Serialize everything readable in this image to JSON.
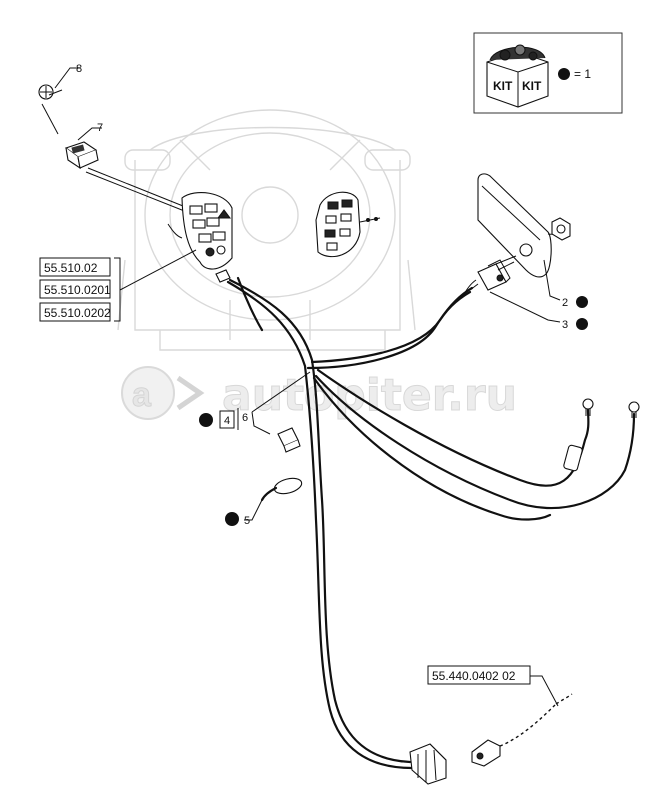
{
  "kit": {
    "label_left": "KIT",
    "label_right": "KIT",
    "legend_text": "= 1"
  },
  "callouts": {
    "c2": "2",
    "c3": "3",
    "c4": "4",
    "c5": "5",
    "c6": "6",
    "c7": "7",
    "c8": "8"
  },
  "refs": {
    "ref1": "55.510.02",
    "ref2": "55.510.0201",
    "ref3": "55.510.0202",
    "ref4": "55.440.0402 02"
  },
  "watermark": {
    "text": "autopiter.ru"
  },
  "colors": {
    "line": "#111111",
    "ghost": "#d9d9d9",
    "watermark": "#ededed"
  }
}
